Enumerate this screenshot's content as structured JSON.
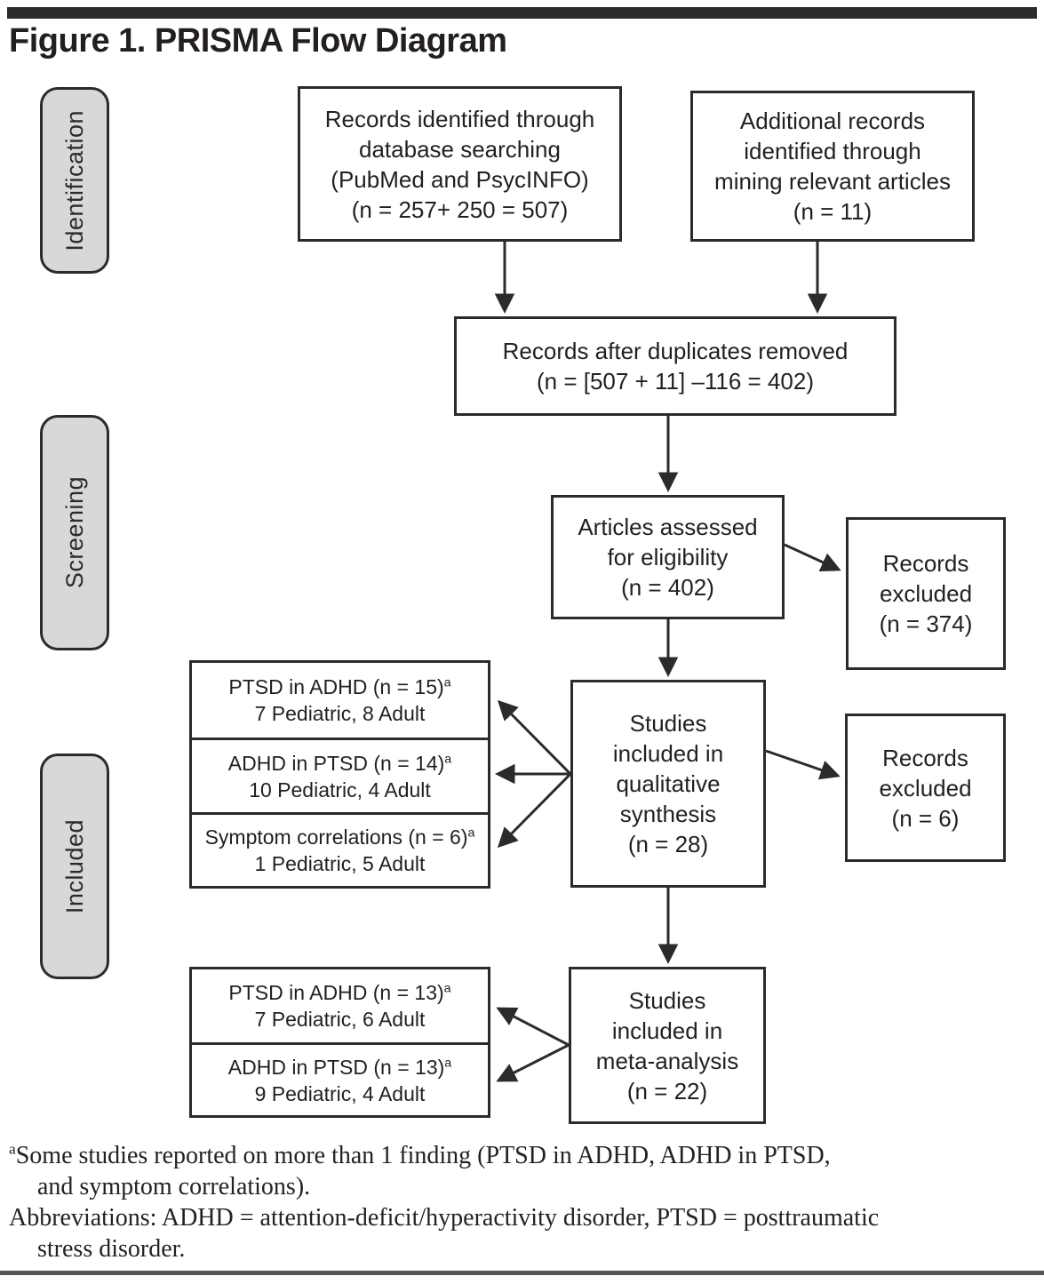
{
  "figure": {
    "title": "Figure 1. PRISMA Flow Diagram"
  },
  "stages": {
    "identification": "Identification",
    "screening": "Screening",
    "included": "Included"
  },
  "boxes": {
    "db_search": "Records identified through\ndatabase searching\n(PubMed and PsycINFO)\n(n = 257+ 250 = 507)",
    "mining": "Additional records\nidentified through\nmining relevant articles\n(n = 11)",
    "duplicates": "Records after duplicates removed\n(n = [507 + 11] –116 = 402)",
    "eligibility": "Articles assessed\nfor eligibility\n(n = 402)",
    "excluded_screening": "Records\nexcluded\n(n = 374)",
    "qualitative": "Studies\nincluded in\nqualitative\nsynthesis\n(n = 28)",
    "excluded_qualitative": "Records\nexcluded\n(n = 6)",
    "meta": "Studies\nincluded in\nmeta-analysis\n(n = 22)"
  },
  "qual_stack": [
    {
      "head": "PTSD in ADHD (n = 15)",
      "sup": "a",
      "sub": "7 Pediatric, 8 Adult"
    },
    {
      "head": "ADHD in PTSD (n = 14)",
      "sup": "a",
      "sub": "10 Pediatric, 4 Adult"
    },
    {
      "head": "Symptom correlations (n = 6)",
      "sup": "a",
      "sub": "1 Pediatric, 5 Adult"
    }
  ],
  "meta_stack": [
    {
      "head": "PTSD in ADHD (n = 13)",
      "sup": "a",
      "sub": "7 Pediatric, 6 Adult"
    },
    {
      "head": "ADHD in PTSD (n = 13)",
      "sup": "a",
      "sub": "9 Pediatric, 4 Adult"
    }
  ],
  "footnotes": {
    "note1_sup": "a",
    "note1_line1": "Some studies reported on more than 1 finding (PTSD in ADHD, ADHD in PTSD,",
    "note1_line2": "and symptom correlations).",
    "note2_line1": "Abbreviations: ADHD = attention-deficit/hyperactivity disorder, PTSD = posttraumatic",
    "note2_line2": "stress disorder."
  },
  "colors": {
    "ink": "#231f20",
    "pill_fill": "#d8d8d8",
    "border": "#2b2b2b",
    "rule": "#55565a"
  }
}
